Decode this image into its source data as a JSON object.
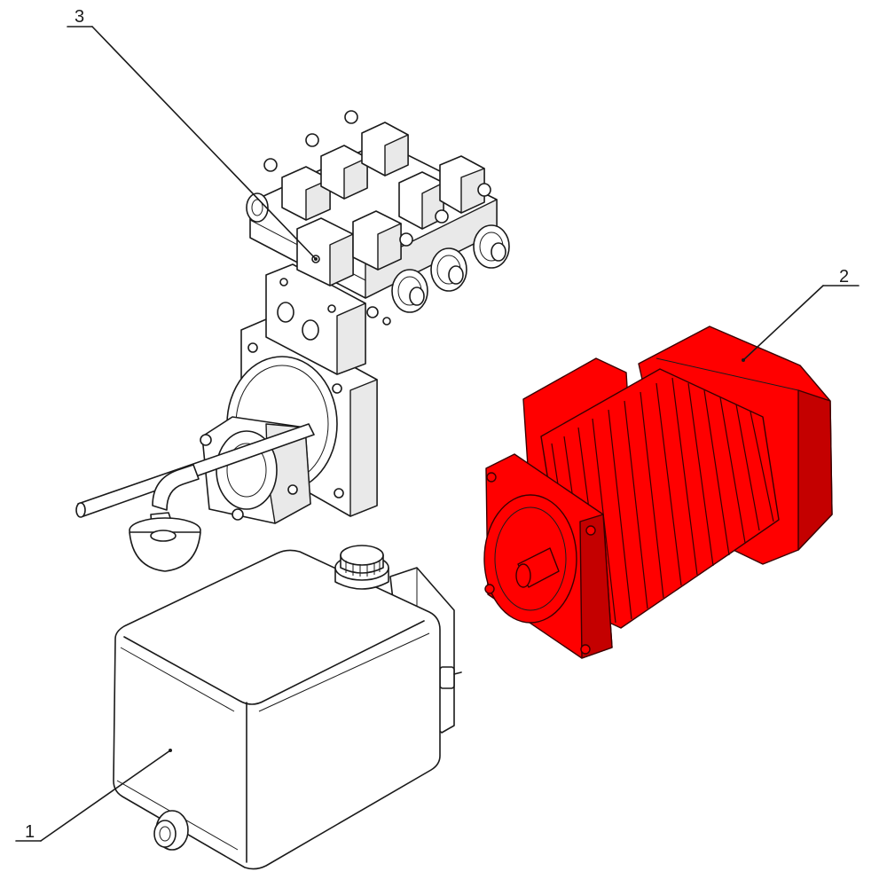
{
  "callouts": [
    {
      "id": "1",
      "label": "1"
    },
    {
      "id": "2",
      "label": "2"
    },
    {
      "id": "3",
      "label": "3"
    }
  ],
  "colors": {
    "motor": "#ff0000",
    "motor_dark": "#c40000",
    "line": "#1a1a1a",
    "background": "#ffffff"
  }
}
